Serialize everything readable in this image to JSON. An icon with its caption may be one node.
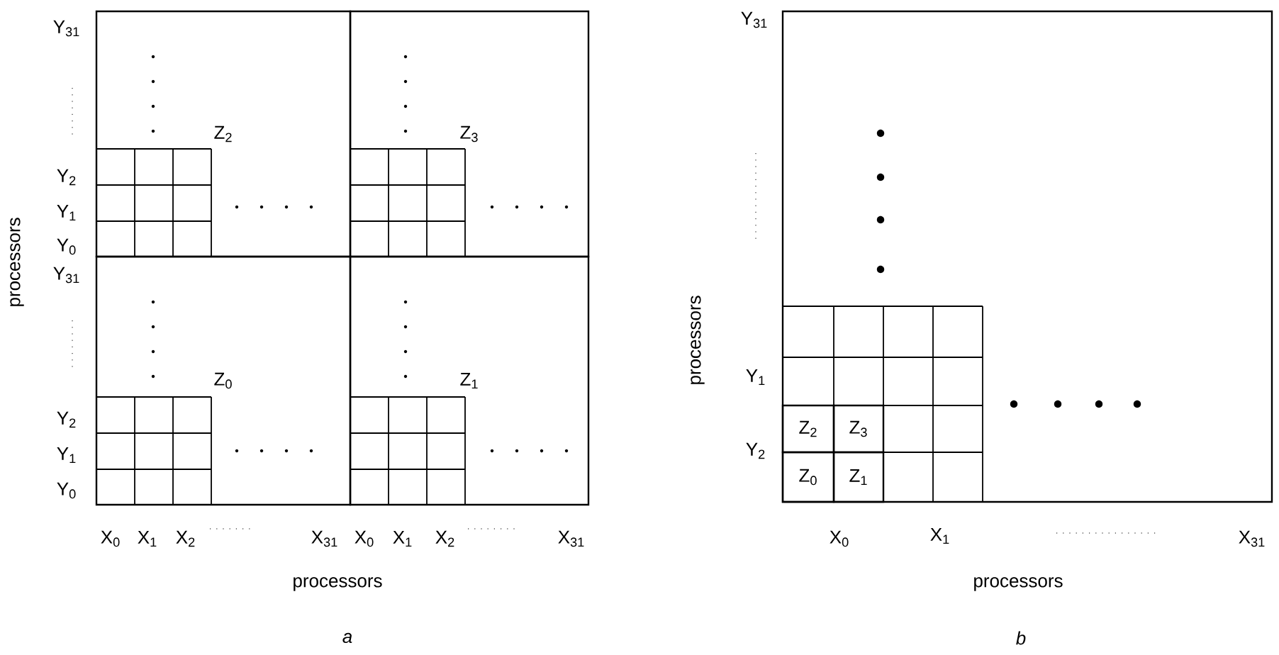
{
  "diagram": {
    "nodes": [
      {
        "text": [
          "Z$_{2}$"
        ]
      },
      {
        "text": [
          "Z$_{3}$"
        ]
      },
      {
        "text": [
          "Z$_{0}$"
        ]
      },
      {
        "text": [
          "Z$_{1}$"
        ]
      },
      {
        "text": [
          "Z$_{2}$"
        ]
      },
      {
        "text": [
          "Z$_{3}$"
        ]
      },
      {
        "text": [
          "Z$_{0}$"
        ]
      },
      {
        "text": [
          "Z$_{1}$"
        ]
      }
    ],
    "edges": [],
    "labels": [
      "Y$_{31}$",
      "Y$_{2}$",
      "Y$_{1}$",
      "Y$_{0}$",
      "Y$_{31}$",
      "Y$_{2}$",
      "Y$_{1}$",
      "Y$_{0}$",
      "X$_{0}$",
      "X$_{1}$",
      "X$_{2}$",
      "X$_{31}$",
      "X$_{0}$",
      "X$_{1}$",
      "X$_{2}$",
      "X$_{31}$",
      "processors",
      "processors",
      "a",
      "Y$_{31}$",
      "Y$_{1}$",
      "Y$_{2}$",
      "X$_{0}$",
      "X$_{1}$",
      "X$_{31}$",
      "processors",
      "processors",
      "b"
    ]
  }
}
